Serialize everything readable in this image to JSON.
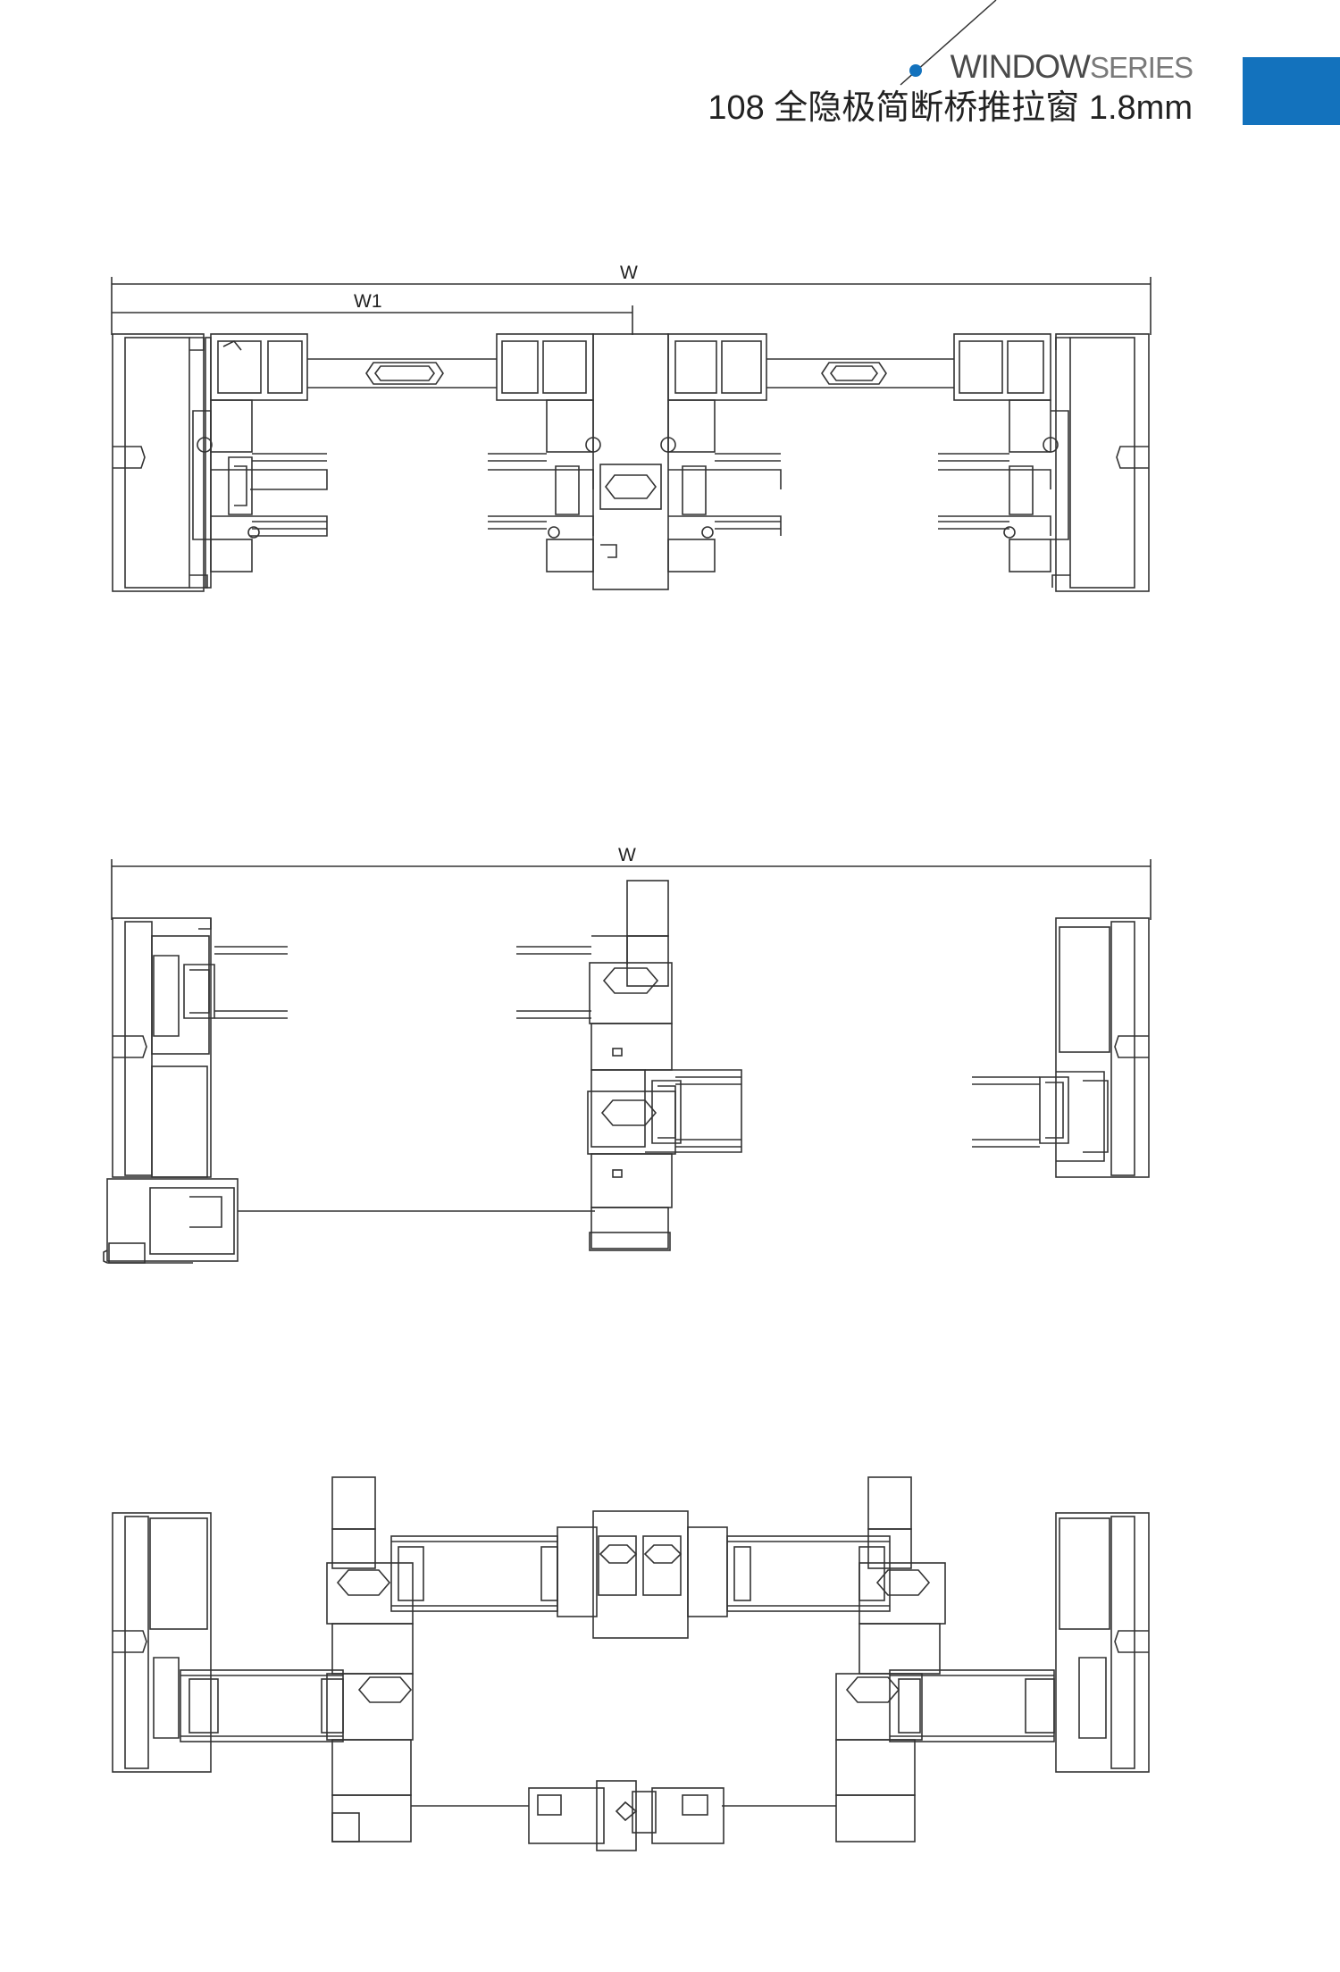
{
  "header": {
    "series_bold": "WINDOW",
    "series_light": "SERIES",
    "title": "108 全隐极简断桥推拉窗 1.8mm"
  },
  "colors": {
    "accent": "#1372bd",
    "line": "#333333"
  },
  "drawings": {
    "top": {
      "dim_w": "W",
      "dim_w1": "W1"
    },
    "middle": {
      "dim_w": "W"
    }
  }
}
